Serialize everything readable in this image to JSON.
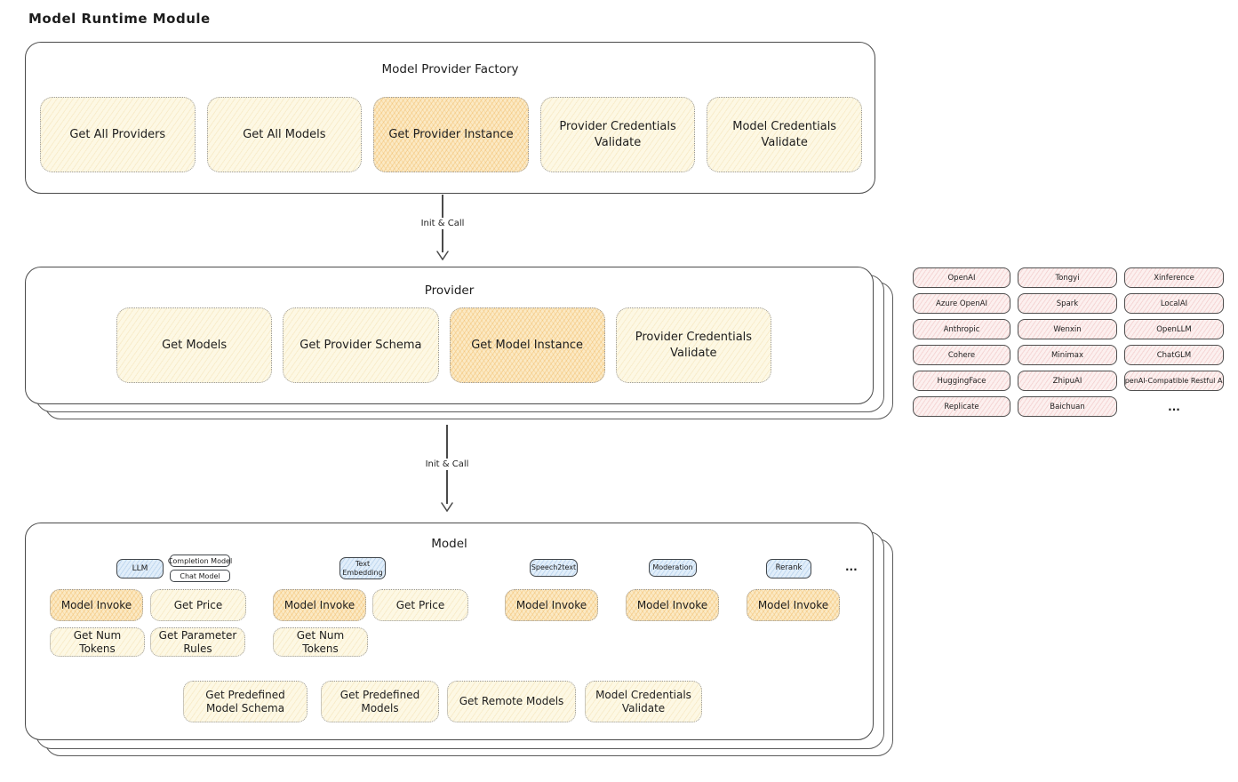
{
  "page_title": "Model Runtime Module",
  "colors": {
    "button_yellow": "#fdf8e4",
    "button_orange_highlight": "#fbe9c4",
    "provider_chip_pink": "#fcf0ef",
    "type_chip_blue": "#e1eefa",
    "stroke_dark": "#4a4a4a"
  },
  "factory": {
    "title": "Model Provider Factory",
    "buttons": [
      {
        "label": "Get All Providers"
      },
      {
        "label": "Get All Models"
      },
      {
        "label": "Get Provider Instance"
      },
      {
        "label": "Provider Credentials Validate"
      },
      {
        "label": "Model Credentials Validate"
      }
    ]
  },
  "arrow1": {
    "label": "Init & Call"
  },
  "arrow2": {
    "label": "Init & Call"
  },
  "provider": {
    "title": "Provider",
    "buttons": [
      {
        "label": "Get Models"
      },
      {
        "label": "Get Provider Schema"
      },
      {
        "label": "Get Model Instance"
      },
      {
        "label": "Provider Credentials Validate"
      }
    ]
  },
  "provider_list": {
    "rows": [
      [
        "OpenAI",
        "Tongyi",
        "Xinference"
      ],
      [
        "Azure OpenAI",
        "Spark",
        "LocalAI"
      ],
      [
        "Anthropic",
        "Wenxin",
        "OpenLLM"
      ],
      [
        "Cohere",
        "Minimax",
        "ChatGLM"
      ],
      [
        "HuggingFace",
        "ZhipuAI",
        "OpenAI-Compatible Restful API"
      ],
      [
        "Replicate",
        "Baichuan"
      ]
    ],
    "ellipsis": "..."
  },
  "model": {
    "title": "Model",
    "chips": {
      "llm": "LLM",
      "completion_model": "Completion Model",
      "chat_model": "Chat Model",
      "text_embedding": "Text Embedding",
      "speech2text": "Speech2text",
      "moderation": "Moderation",
      "rerank": "Rerank",
      "ellipsis": "..."
    },
    "llm_group": {
      "model_invoke": "Model Invoke",
      "get_price": "Get Price",
      "get_num_tokens": "Get Num Tokens",
      "get_parameter_rules": "Get Parameter Rules"
    },
    "text_embedding_group": {
      "model_invoke": "Model Invoke",
      "get_price": "Get Price",
      "get_num_tokens": "Get Num Tokens"
    },
    "speech2text_group": {
      "model_invoke": "Model Invoke"
    },
    "moderation_group": {
      "model_invoke": "Model Invoke"
    },
    "rerank_group": {
      "model_invoke": "Model Invoke"
    },
    "bottom_buttons": [
      {
        "label": "Get Predefined Model Schema"
      },
      {
        "label": "Get Predefined Models"
      },
      {
        "label": "Get Remote Models"
      },
      {
        "label": "Model Credentials Validate"
      }
    ]
  }
}
